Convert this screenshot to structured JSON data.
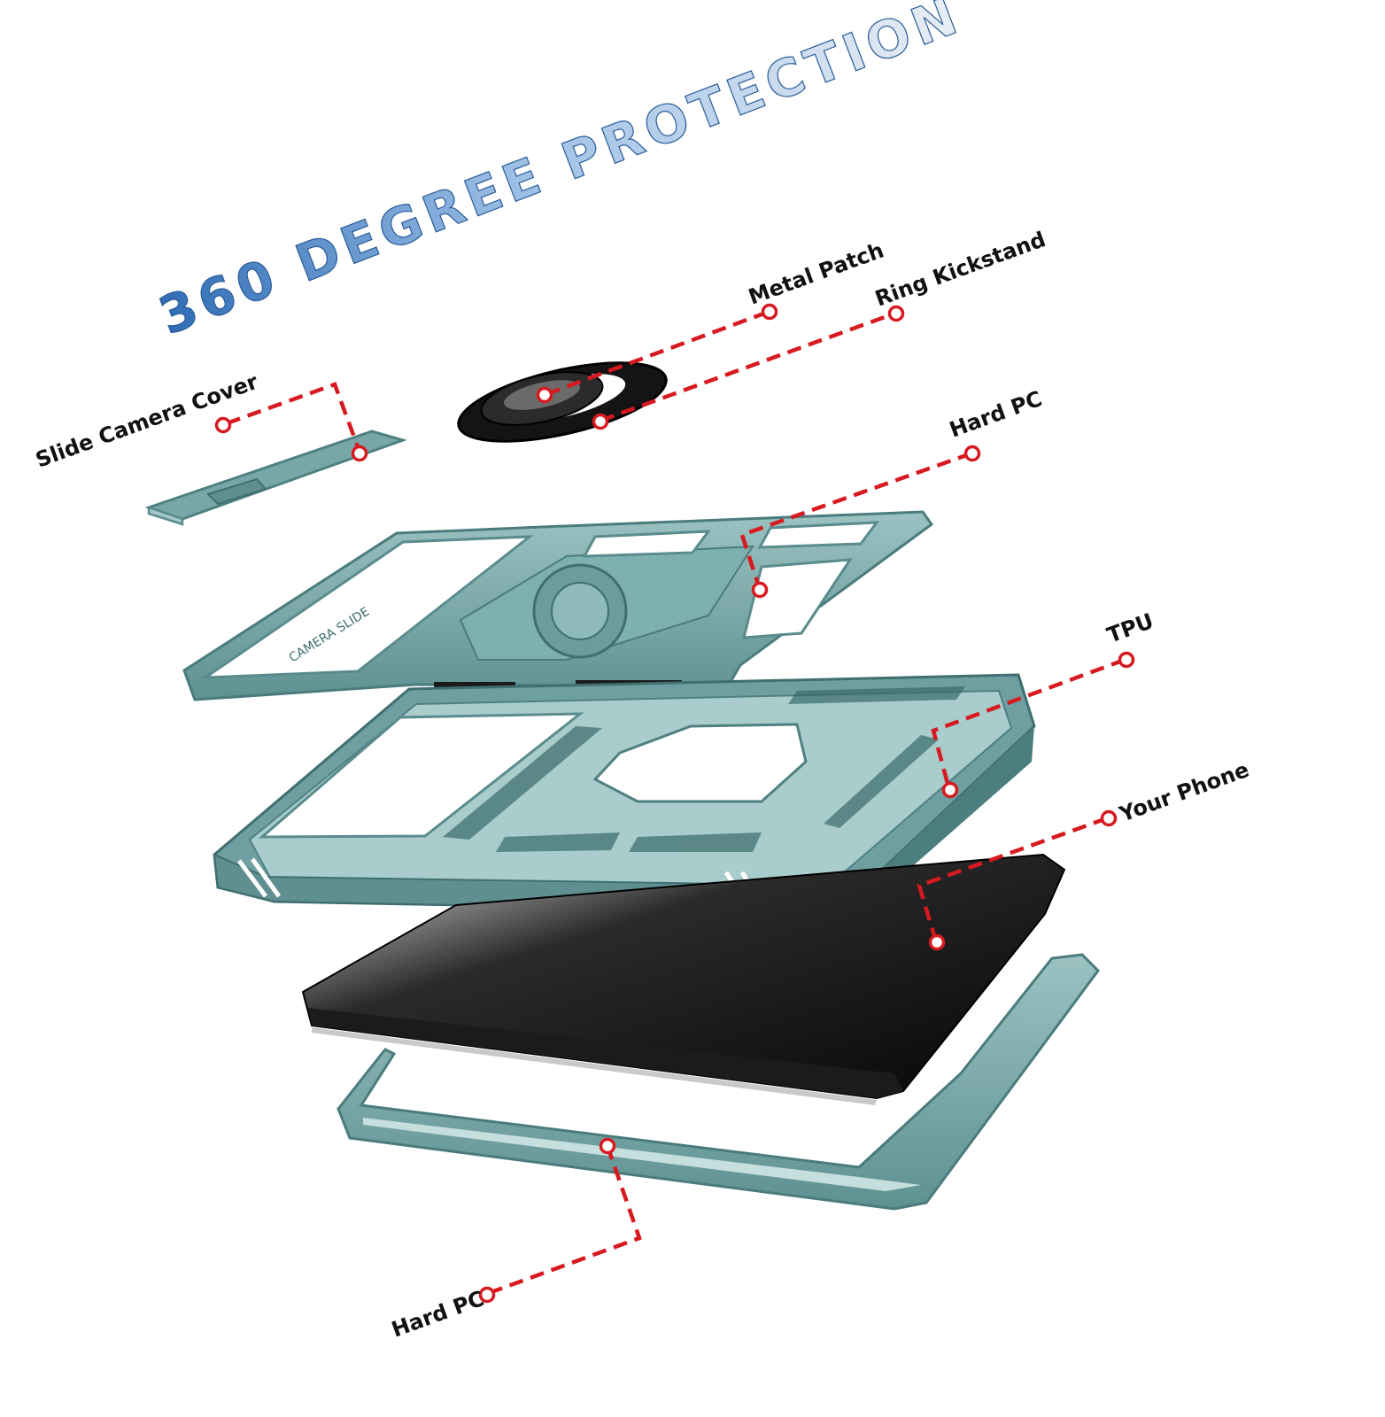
{
  "title": "360 DEGREE PROTECTION",
  "colors": {
    "title_start": "#2f6db5",
    "title_end": "#e9eef4",
    "callout_line": "#d71920",
    "case_teal": "#79a7a8",
    "phone_black": "#111111"
  },
  "callouts": [
    {
      "id": "slide-camera-cover",
      "label": "Slide Camera Cover"
    },
    {
      "id": "metal-patch",
      "label": "Metal Patch"
    },
    {
      "id": "ring-kickstand",
      "label": "Ring Kickstand"
    },
    {
      "id": "hard-pc-top",
      "label": "Hard PC"
    },
    {
      "id": "tpu",
      "label": "TPU"
    },
    {
      "id": "your-phone",
      "label": "Your Phone"
    },
    {
      "id": "hard-pc-bottom",
      "label": "Hard PC"
    }
  ],
  "case_text": "CAMERA SLIDE"
}
